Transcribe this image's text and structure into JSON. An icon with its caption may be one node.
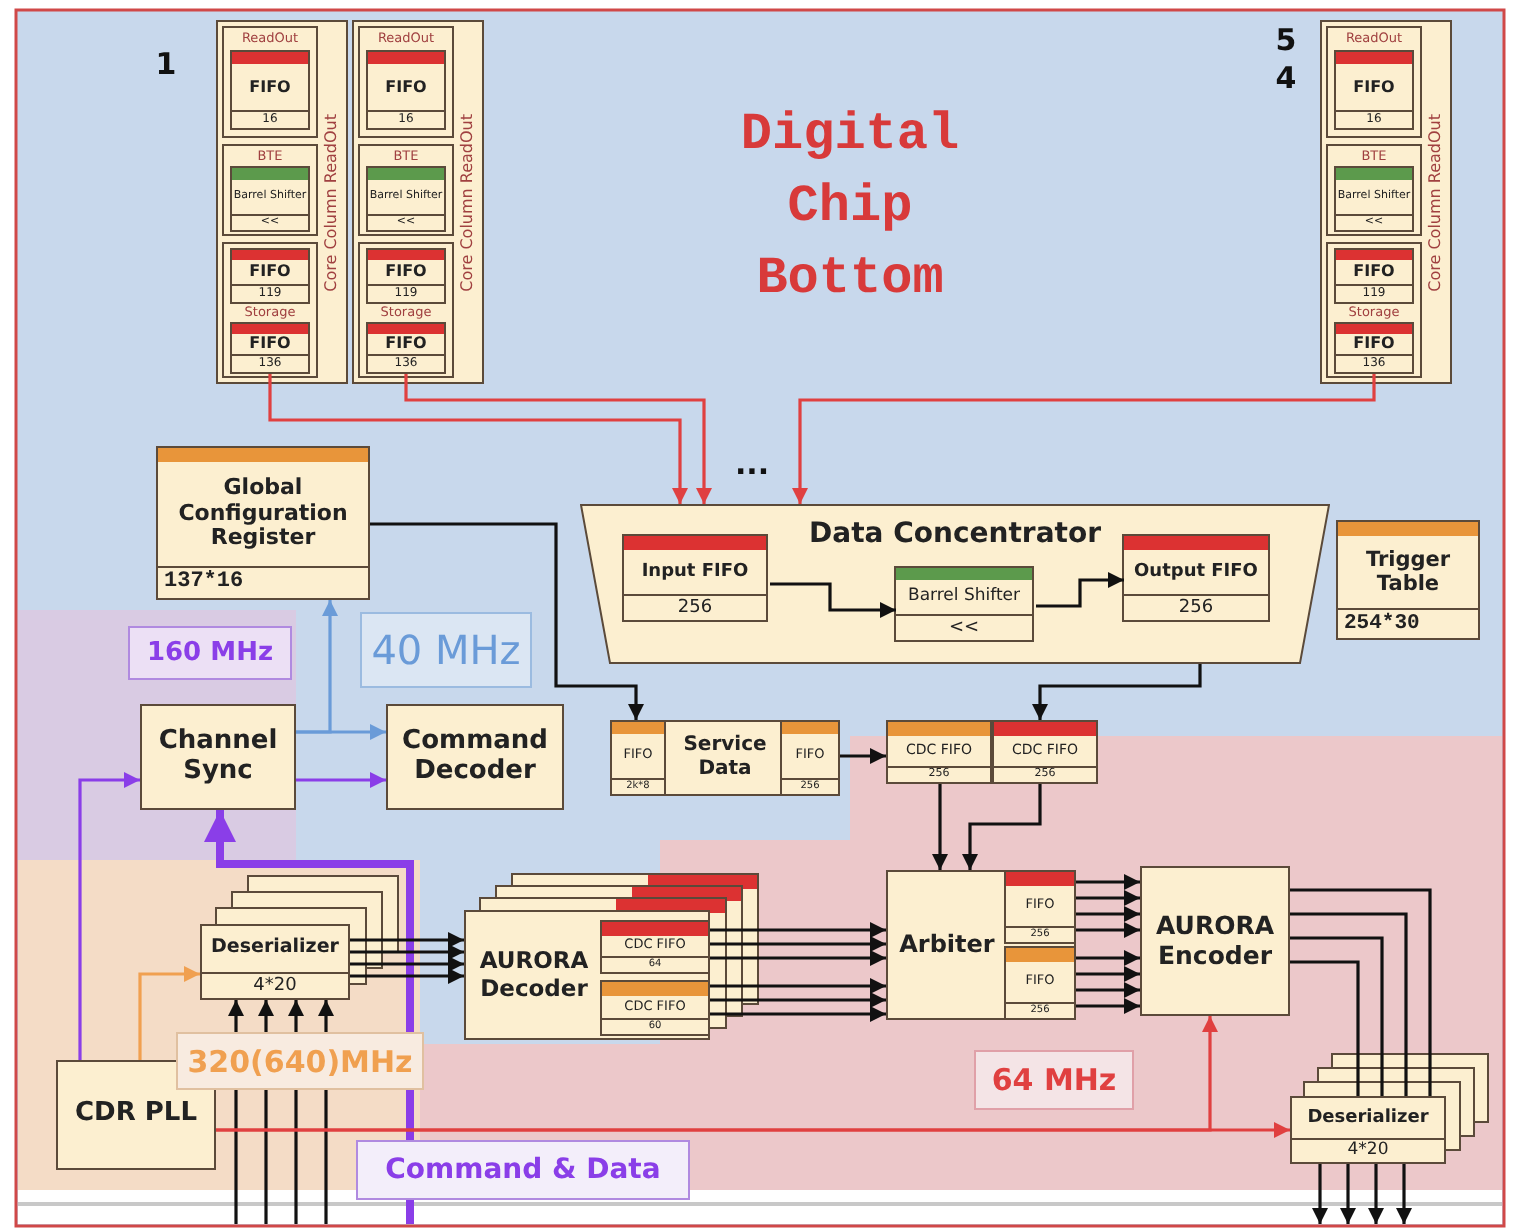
{
  "diagram": {
    "title": "Digital Chip Bottom",
    "nodes": [
      {
        "text": [
          "Core Column ReadOut"
        ]
      },
      {
        "text": [
          "ReadOut"
        ],
        "in": 0
      },
      {
        "text": [
          "FIFO",
          "16"
        ],
        "in": 1
      },
      {
        "text": [
          "BTE"
        ],
        "in": 0
      },
      {
        "text": [
          "Barrel Shifter",
          "<<"
        ],
        "in": 3
      },
      {
        "text": [
          "Storage"
        ],
        "in": 0
      },
      {
        "text": [
          "FIFO",
          "119"
        ],
        "in": 5
      },
      {
        "text": [
          "FIFO",
          "136"
        ],
        "in": 5
      },
      {
        "text": [
          "Core Column ReadOut"
        ]
      },
      {
        "text": [
          "ReadOut"
        ],
        "in": 8
      },
      {
        "text": [
          "FIFO",
          "16"
        ],
        "in": 9
      },
      {
        "text": [
          "BTE"
        ],
        "in": 8
      },
      {
        "text": [
          "Barrel Shifter",
          "<<"
        ],
        "in": 11
      },
      {
        "text": [
          "Storage"
        ],
        "in": 8
      },
      {
        "text": [
          "FIFO",
          "119"
        ],
        "in": 13
      },
      {
        "text": [
          "FIFO",
          "136"
        ],
        "in": 13
      },
      {
        "text": [
          "Core Column ReadOut"
        ]
      },
      {
        "text": [
          "ReadOut"
        ],
        "in": 16
      },
      {
        "text": [
          "FIFO",
          "16"
        ],
        "in": 17
      },
      {
        "text": [
          "BTE"
        ],
        "in": 16
      },
      {
        "text": [
          "Barrel Shifter",
          "<<"
        ],
        "in": 19
      },
      {
        "text": [
          "Storage"
        ],
        "in": 16
      },
      {
        "text": [
          "FIFO",
          "119"
        ],
        "in": 21
      },
      {
        "text": [
          "FIFO",
          "136"
        ],
        "in": 21
      },
      {
        "text": [
          "Global Configuration Register",
          "137*16"
        ]
      },
      {
        "text": [
          "Data Concentrator"
        ]
      },
      {
        "text": [
          "Input FIFO",
          "256"
        ],
        "in": 25
      },
      {
        "text": [
          "Barrel Shifter",
          "<<"
        ],
        "in": 25
      },
      {
        "text": [
          "Output FIFO",
          "256"
        ],
        "in": 25
      },
      {
        "text": [
          "Trigger Table",
          "254*30"
        ]
      },
      {
        "text": [
          "Channel Sync"
        ]
      },
      {
        "text": [
          "Command Decoder"
        ]
      },
      {
        "text": [
          "Service Data"
        ]
      },
      {
        "text": [
          "FIFO",
          "2k*8"
        ],
        "in": 32
      },
      {
        "text": [
          "FIFO",
          "256"
        ],
        "in": 32
      },
      {
        "text": [
          "CDC FIFO",
          "256"
        ]
      },
      {
        "text": [
          "CDC FIFO",
          "256"
        ]
      },
      {
        "text": [
          "Deserializer",
          "4*20"
        ]
      },
      {
        "text": [
          "AURORA Decoder"
        ]
      },
      {
        "text": [
          "CDC FIFO",
          "64"
        ],
        "in": 38
      },
      {
        "text": [
          "CDC FIFO",
          "60"
        ],
        "in": 38
      },
      {
        "text": [
          "Arbiter"
        ]
      },
      {
        "text": [
          "FIFO",
          "256"
        ],
        "in": 41
      },
      {
        "text": [
          "FIFO",
          "256"
        ],
        "in": 41
      },
      {
        "text": [
          "AURORA Encoder"
        ]
      },
      {
        "text": [
          "CDR PLL"
        ]
      },
      {
        "text": [
          "Deserializer",
          "4*20"
        ]
      }
    ],
    "edges": [
      {
        "from": 7,
        "to": 25,
        "arrow": "to",
        "color": "#e04040"
      },
      {
        "from": 15,
        "to": 25,
        "arrow": "to",
        "color": "#e04040"
      },
      {
        "from": 23,
        "to": 25,
        "arrow": "to",
        "color": "#e04040"
      },
      {
        "from": 26,
        "to": 27,
        "arrow": "to"
      },
      {
        "from": 27,
        "to": 28,
        "arrow": "to"
      },
      {
        "from": 24,
        "to": 33,
        "arrow": "to"
      },
      {
        "from": 25,
        "to": 36,
        "arrow": "to"
      },
      {
        "from": 34,
        "to": 35,
        "arrow": "to"
      },
      {
        "from": 35,
        "to": 41,
        "arrow": "to"
      },
      {
        "from": 36,
        "to": 41,
        "arrow": "to"
      },
      {
        "from": 30,
        "to": 24,
        "arrow": "to",
        "color": "#6a9bd8"
      },
      {
        "from": 30,
        "to": 31,
        "arrow": "to",
        "color": "#6a9bd8"
      },
      {
        "from": 30,
        "to": 31,
        "arrow": "to",
        "color": "#8a3ee8"
      },
      {
        "from": 45,
        "to": 30,
        "arrow": "to",
        "color": "#8a3ee8"
      },
      {
        "from": null,
        "to": 30,
        "arrow": "to",
        "style": "thick",
        "color": "#8a3ee8"
      },
      {
        "from": 45,
        "to": 37,
        "arrow": "to",
        "color": "#f0a050"
      },
      {
        "from": null,
        "to": 37,
        "arrow": "to"
      },
      {
        "from": null,
        "to": 37,
        "arrow": "to"
      },
      {
        "from": null,
        "to": 37,
        "arrow": "to"
      },
      {
        "from": null,
        "to": 37,
        "arrow": "to"
      },
      {
        "from": 37,
        "to": 38,
        "arrow": "to"
      },
      {
        "from": 37,
        "to": 38,
        "arrow": "to"
      },
      {
        "from": 37,
        "to": 38,
        "arrow": "to"
      },
      {
        "from": 37,
        "to": 38,
        "arrow": "to"
      },
      {
        "from": 39,
        "to": 41,
        "arrow": "to"
      },
      {
        "from": 39,
        "to": 41,
        "arrow": "to"
      },
      {
        "from": 39,
        "to": 41,
        "arrow": "to"
      },
      {
        "from": 40,
        "to": 41,
        "arrow": "to"
      },
      {
        "from": 40,
        "to": 41,
        "arrow": "to"
      },
      {
        "from": 40,
        "to": 41,
        "arrow": "to"
      },
      {
        "from": 42,
        "to": 44,
        "arrow": "to"
      },
      {
        "from": 42,
        "to": 44,
        "arrow": "to"
      },
      {
        "from": 42,
        "to": 44,
        "arrow": "to"
      },
      {
        "from": 42,
        "to": 44,
        "arrow": "to"
      },
      {
        "from": 43,
        "to": 44,
        "arrow": "to"
      },
      {
        "from": 43,
        "to": 44,
        "arrow": "to"
      },
      {
        "from": 43,
        "to": 44,
        "arrow": "to"
      },
      {
        "from": 43,
        "to": 44,
        "arrow": "to"
      },
      {
        "from": 44,
        "to": 46,
        "arrow": "none"
      },
      {
        "from": 44,
        "to": 46,
        "arrow": "none"
      },
      {
        "from": 44,
        "to": 46,
        "arrow": "none"
      },
      {
        "from": 44,
        "to": 46,
        "arrow": "none"
      },
      {
        "from": 46,
        "to": null,
        "arrow": "to"
      },
      {
        "from": 46,
        "to": null,
        "arrow": "to"
      },
      {
        "from": 46,
        "to": null,
        "arrow": "to"
      },
      {
        "from": 46,
        "to": null,
        "arrow": "to"
      },
      {
        "from": 45,
        "to": 46,
        "arrow": "to",
        "color": "#e04040"
      },
      {
        "from": 45,
        "to": 44,
        "arrow": "to",
        "color": "#e04040"
      }
    ],
    "labels": [
      "1",
      "5",
      "4",
      "...",
      "160 MHz",
      "40 MHz",
      "320(640)MHz",
      "64 MHz",
      "Command & Data"
    ]
  }
}
